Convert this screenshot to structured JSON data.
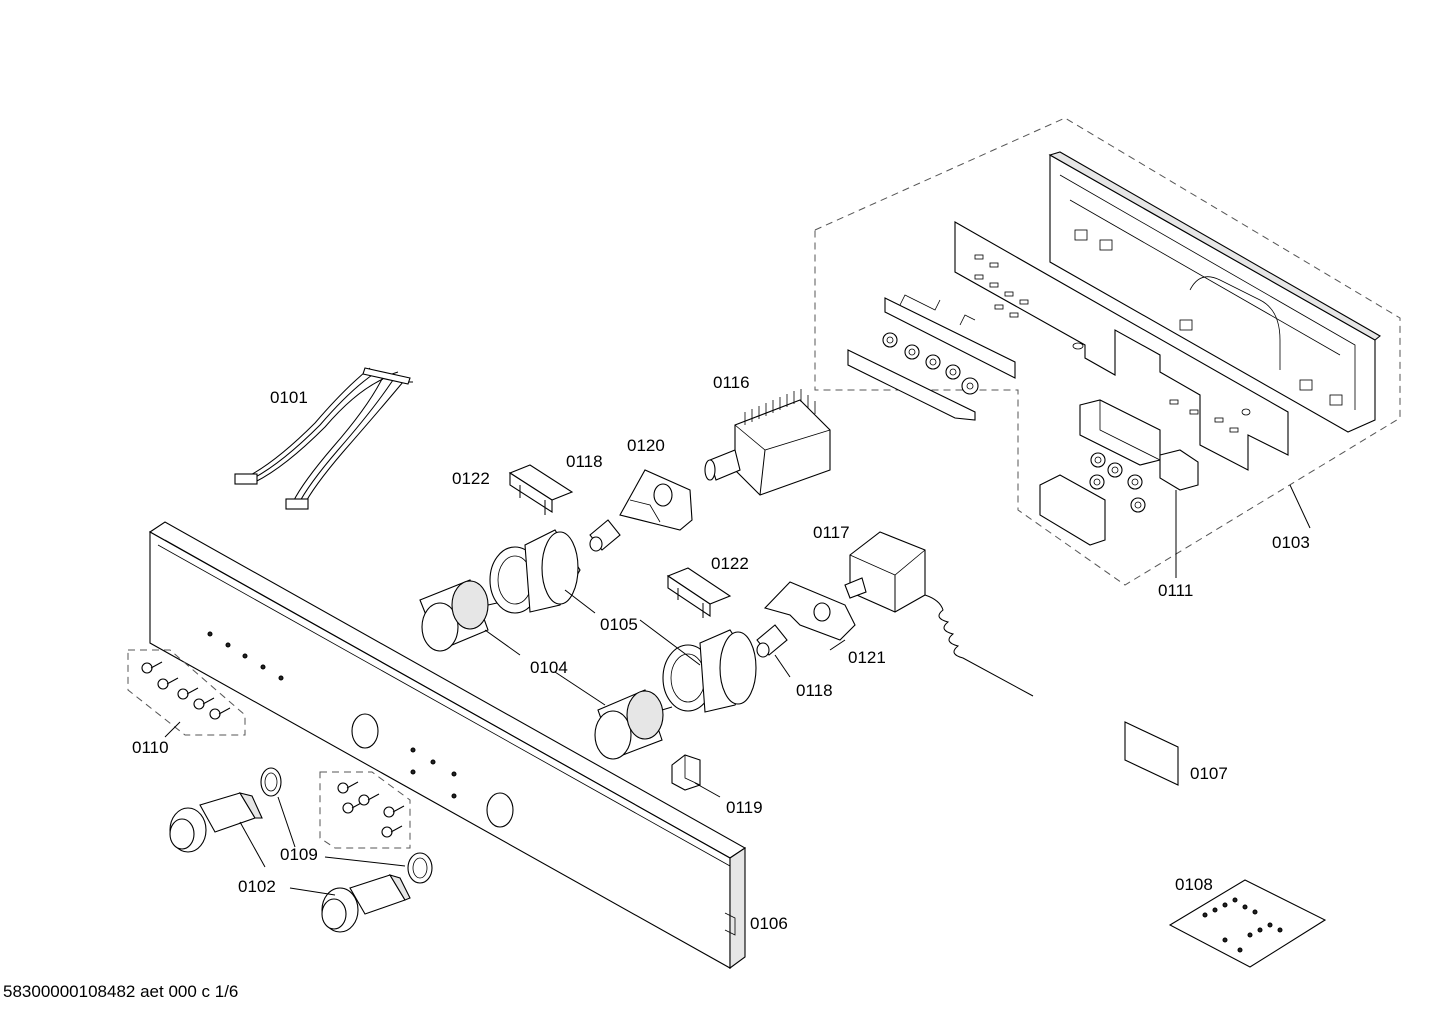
{
  "document_id": "58300000108482 aet 000 c 1/6",
  "labels": {
    "p0101": "0101",
    "p0102": "0102",
    "p0103": "0103",
    "p0104": "0104",
    "p0105": "0105",
    "p0106": "0106",
    "p0107": "0107",
    "p0108": "0108",
    "p0109": "0109",
    "p0110": "0110",
    "p0111": "0111",
    "p0116": "0116",
    "p0117": "0117",
    "p0118a": "0118",
    "p0118b": "0118",
    "p0119": "0119",
    "p0120": "0120",
    "p0121": "0121",
    "p0122a": "0122",
    "p0122b": "0122"
  }
}
